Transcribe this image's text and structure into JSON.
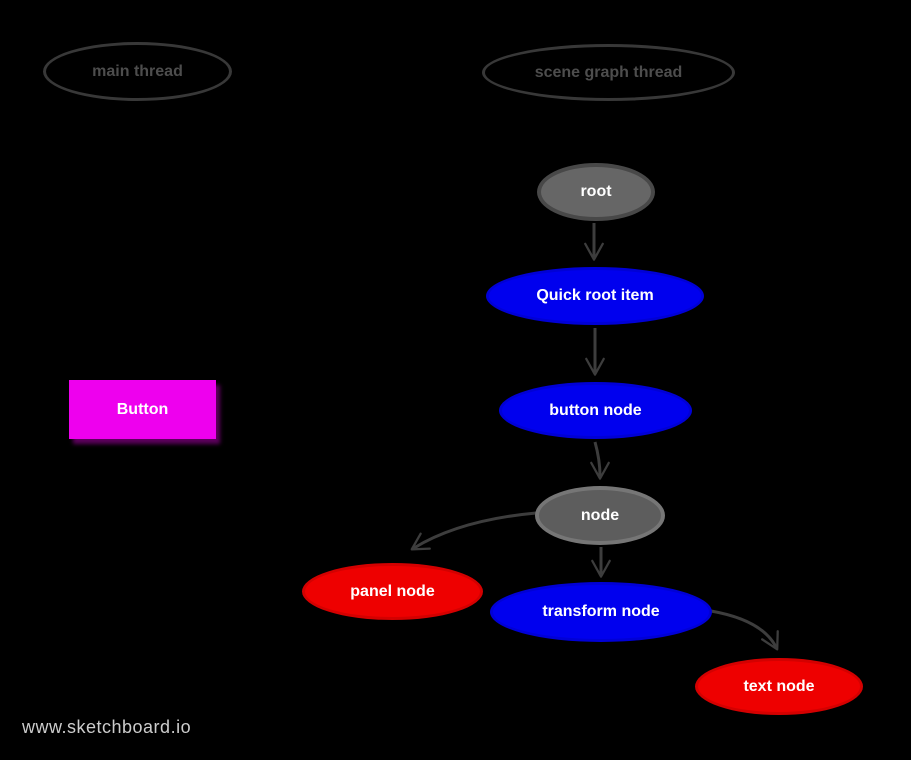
{
  "canvas": {
    "background": "#000000"
  },
  "watermark": {
    "label": "www.sketchboard.io",
    "color": "#cccccc"
  },
  "lanes": [
    {
      "id": "main-thread",
      "label": "main thread"
    },
    {
      "id": "scene-graph-thread",
      "label": "scene graph thread"
    }
  ],
  "nodes": [
    {
      "id": "root",
      "label": "root",
      "shape": "ellipse",
      "fill": "#666666",
      "border": "#484848",
      "text_color": "#ffffff"
    },
    {
      "id": "quick-root-item",
      "label": "Quick root item",
      "shape": "ellipse",
      "fill": "#0000ee",
      "border": "#0000d6",
      "text_color": "#ffffff"
    },
    {
      "id": "button-node",
      "label": "button node",
      "shape": "ellipse",
      "fill": "#0000ee",
      "border": "#0000d6",
      "text_color": "#ffffff"
    },
    {
      "id": "button",
      "label": "Button",
      "shape": "rect",
      "fill": "#ee00ee",
      "border": "#ee00ee",
      "text_color": "#ffffff"
    },
    {
      "id": "node",
      "label": "node",
      "shape": "ellipse",
      "fill": "#5d5d5d",
      "border": "#767676",
      "text_color": "#ffffff"
    },
    {
      "id": "panel-node",
      "label": "panel node",
      "shape": "ellipse",
      "fill": "#ee0000",
      "border": "#d40000",
      "text_color": "#ffffff"
    },
    {
      "id": "transform-node",
      "label": "transform node",
      "shape": "ellipse",
      "fill": "#0000ee",
      "border": "#0000d6",
      "text_color": "#ffffff"
    },
    {
      "id": "text-node",
      "label": "text node",
      "shape": "ellipse",
      "fill": "#ee0000",
      "border": "#d40000",
      "text_color": "#ffffff"
    }
  ],
  "edges": [
    {
      "from": "root",
      "to": "quick-root-item"
    },
    {
      "from": "quick-root-item",
      "to": "button-node"
    },
    {
      "from": "button-node",
      "to": "node"
    },
    {
      "from": "node",
      "to": "panel-node"
    },
    {
      "from": "node",
      "to": "transform-node"
    },
    {
      "from": "transform-node",
      "to": "text-node"
    }
  ],
  "colors": {
    "background": "#000000",
    "arrow": "#3d3d3d",
    "lane_stroke": "#383838",
    "lane_text": "#4d4d4d",
    "watermark_text": "#cccccc"
  }
}
